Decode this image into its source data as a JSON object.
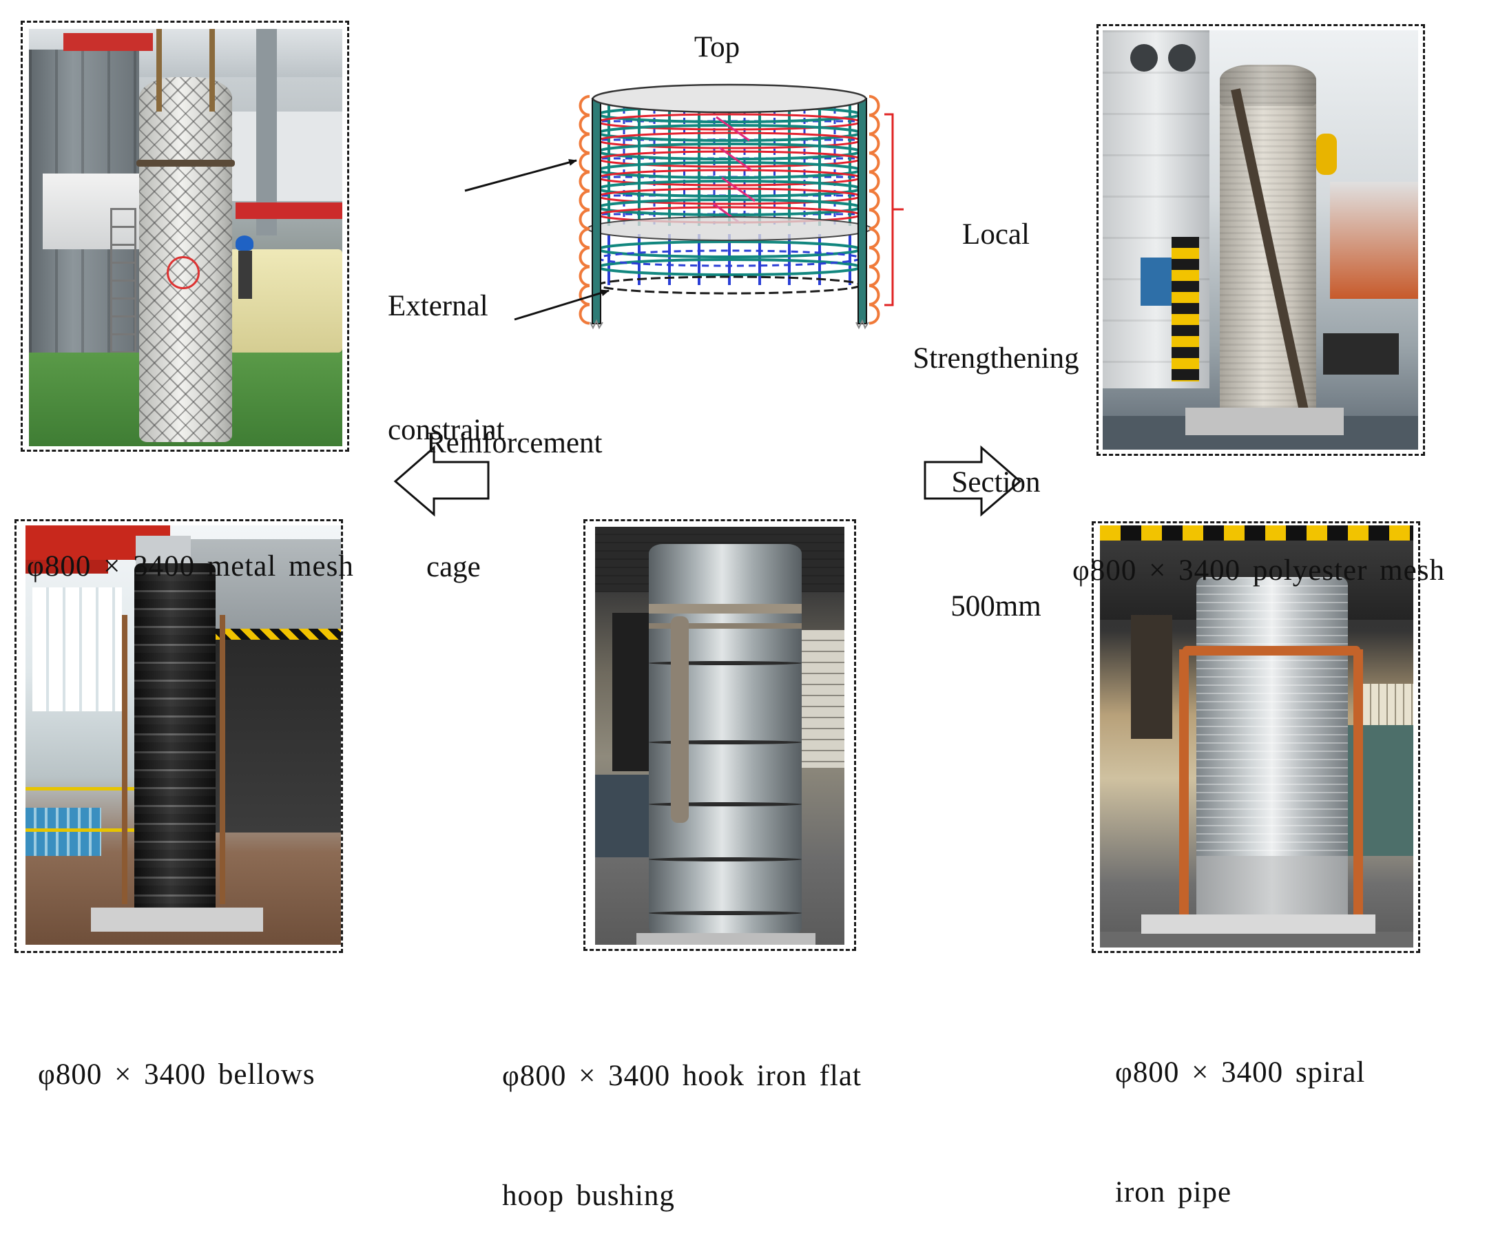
{
  "diagram": {
    "top_label": "Top",
    "external_constraint": [
      "External",
      "constraint"
    ],
    "reinforcement_cage": [
      "Reinforcement",
      "cage"
    ],
    "local_strengthening": [
      "Local",
      "Strengthening",
      "Section",
      "500mm"
    ]
  },
  "captions": {
    "metal_mesh": [
      "φ800 × 3400 metal mesh"
    ],
    "polyester_mesh": [
      "φ800 × 3400 polyester mesh"
    ],
    "bellows": [
      "φ800 × 3400 bellows"
    ],
    "hook_iron_flat_hoop_bushing": [
      "φ800 × 3400 hook iron flat",
      "hoop bushing"
    ],
    "spiral_iron_pipe": [
      "φ800 × 3400 spiral",
      "iron pipe"
    ]
  },
  "colors": {
    "hoop_red": "#e3212d",
    "stirrup_teal": "#12877f",
    "tie_blue": "#2b3fd6",
    "shear_magenta": "#e0287a",
    "constraint_orange": "#f07a3a",
    "bracket_red": "#e02424",
    "pillar_teal": "#2e7c76"
  }
}
